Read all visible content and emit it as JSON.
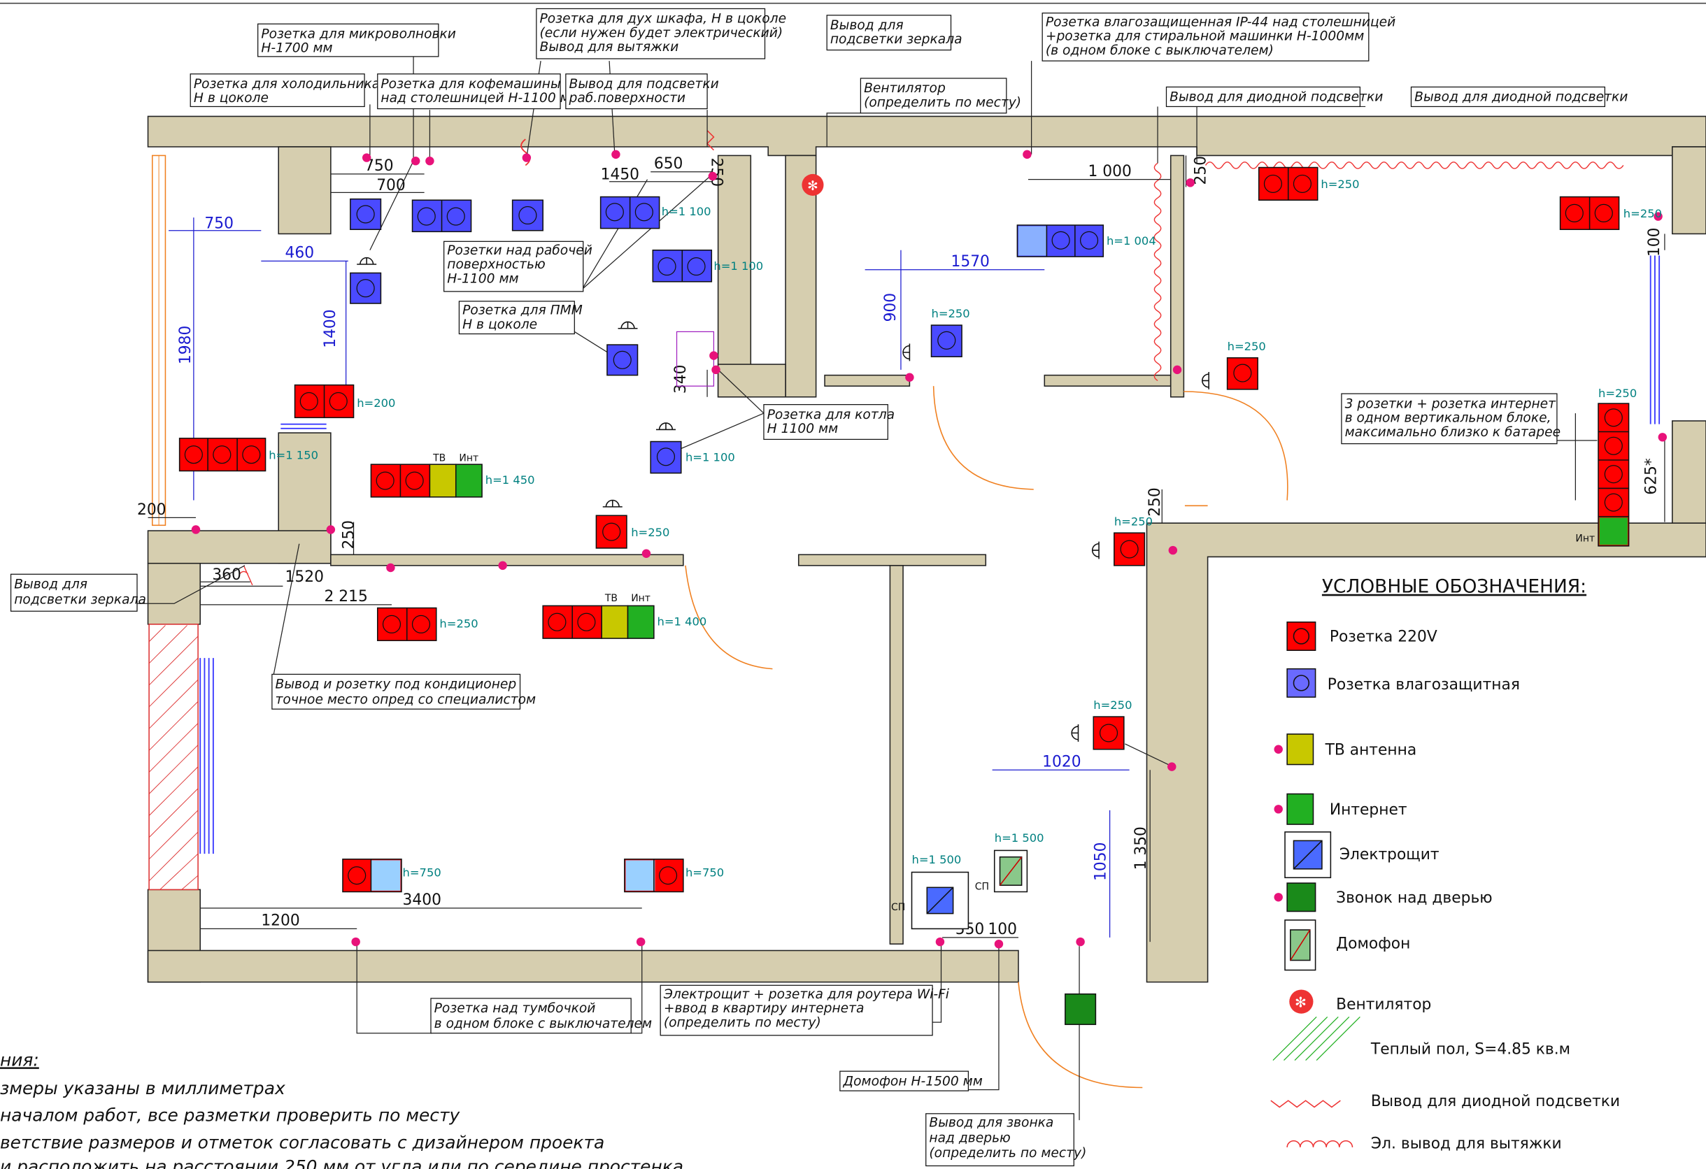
{
  "plan": {
    "callouts": [
      {
        "key": "micro",
        "lines": [
          "Розетка для микроволновки",
          "Н-1700 мм"
        ]
      },
      {
        "key": "oven",
        "lines": [
          "Розетка для дух шкафа, Н в цоколе",
          "(если нужен будет электрический)",
          "Вывод для вытяжки"
        ]
      },
      {
        "key": "mirror_top",
        "lines": [
          "Вывод для",
          "подсветки зеркала"
        ]
      },
      {
        "key": "ip44",
        "lines": [
          "Розетка влагозащищенная IP-44 над столешницей",
          "+розетка для стиральной машинки Н-1000мм",
          "(в одном блоке с выключателем)"
        ]
      },
      {
        "key": "fridge",
        "lines": [
          "Розетка для холодильника",
          "Н в цоколе"
        ]
      },
      {
        "key": "coffee",
        "lines": [
          "Розетка для кофемашины",
          "над столешницей Н-1100 мм"
        ]
      },
      {
        "key": "worklight",
        "lines": [
          "Вывод для подсветки",
          "раб.поверхности"
        ]
      },
      {
        "key": "vent",
        "lines": [
          "Вентилятор",
          "(определить по месту)"
        ]
      },
      {
        "key": "diode1",
        "lines": [
          "Вывод для диодной подсветки"
        ]
      },
      {
        "key": "diode2",
        "lines": [
          "Вывод для диодной подсветки"
        ]
      },
      {
        "key": "worktop",
        "lines": [
          "Розетки над рабочей",
          "поверхностью",
          "Н-1100 мм"
        ]
      },
      {
        "key": "pmm",
        "lines": [
          "Розетка для ПММ",
          "Н в цоколе"
        ]
      },
      {
        "key": "boiler",
        "lines": [
          "Розетка для котла",
          "Н 1100 мм"
        ]
      },
      {
        "key": "mirror_left",
        "lines": [
          "Вывод для",
          "подсветки зеркала"
        ]
      },
      {
        "key": "ac",
        "lines": [
          "Вывод и розетку под кондиционер",
          "точное место опред со специалистом"
        ]
      },
      {
        "key": "vertical",
        "lines": [
          "3 розетки + розетка интернет",
          "в одном вертикальном блоке,",
          "максимально близко к батарее"
        ]
      },
      {
        "key": "night",
        "lines": [
          "Розетка над тумбочкой",
          "в одном блоке с выключателем"
        ]
      },
      {
        "key": "panel",
        "lines": [
          "Электрощит + розетка для роутера Wi-Fi",
          "+ввод в квартиру интернета",
          "(определить по месту)"
        ]
      },
      {
        "key": "intercom",
        "lines": [
          "Домофон Н-1500 мм"
        ]
      },
      {
        "key": "bell",
        "lines": [
          "Вывод для звонка",
          "над дверью",
          "(определить по месту)"
        ]
      }
    ],
    "dims_black": [
      "750",
      "700",
      "1450",
      "650",
      "250",
      "1 000",
      "250",
      "200",
      "360",
      "1520",
      "2 215",
      "250",
      "3400",
      "1200",
      "550",
      "100",
      "1 350",
      "100",
      "250",
      "625*"
    ],
    "dims_blue": [
      "750",
      "460",
      "1980",
      "1400",
      "1570",
      "900",
      "1020",
      "1050"
    ],
    "heights": [
      "h=1 100",
      "h=1 100",
      "h=1 004",
      "h=250",
      "h=250",
      "h=250",
      "h=250",
      "h=200",
      "h=1 150",
      "h=1 450",
      "h=1 100",
      "h=250",
      "h=250",
      "h=1 400",
      "h=250",
      "h=250",
      "h=250",
      "h=750",
      "h=750",
      "h=1 500",
      "h=1 500"
    ],
    "tv_label": "ТВ",
    "net_label": "Инт",
    "sp_label": "СП",
    "notes_title": "ния:",
    "notes": [
      "змеры указаны в миллиметрах",
      "началом работ, все разметки проверить по месту",
      "ветствие размеров и отметок согласовать с дизайнером проекта",
      "и расположить на расстоянии 250 мм от угла или по середине простенка"
    ]
  },
  "legend": {
    "title": "УСЛОВНЫЕ ОБОЗНАЧЕНИЯ:",
    "items": [
      {
        "label": "Розетка 220V"
      },
      {
        "label": "Розетка влагозащитная"
      },
      {
        "label": "ТВ антенна"
      },
      {
        "label": "Интернет"
      },
      {
        "label": "Электрощит"
      },
      {
        "label": "Звонок над дверью"
      },
      {
        "label": "Домофон"
      },
      {
        "label": "Вентилятор"
      },
      {
        "label": "Теплый пол, S=4.85 кв.м"
      },
      {
        "label": "Вывод для диодной подсветки"
      },
      {
        "label": "Эл. вывод для вытяжки"
      }
    ]
  },
  "colors": {
    "wall": "#d6ceaf",
    "socket": "#ff0000",
    "waterproof": "#4a4aff",
    "tv": "#c8c800",
    "internet": "#22b022",
    "dim_blue": "#1a1ad0",
    "height_text": "#008080",
    "marker": "#e8127a"
  }
}
